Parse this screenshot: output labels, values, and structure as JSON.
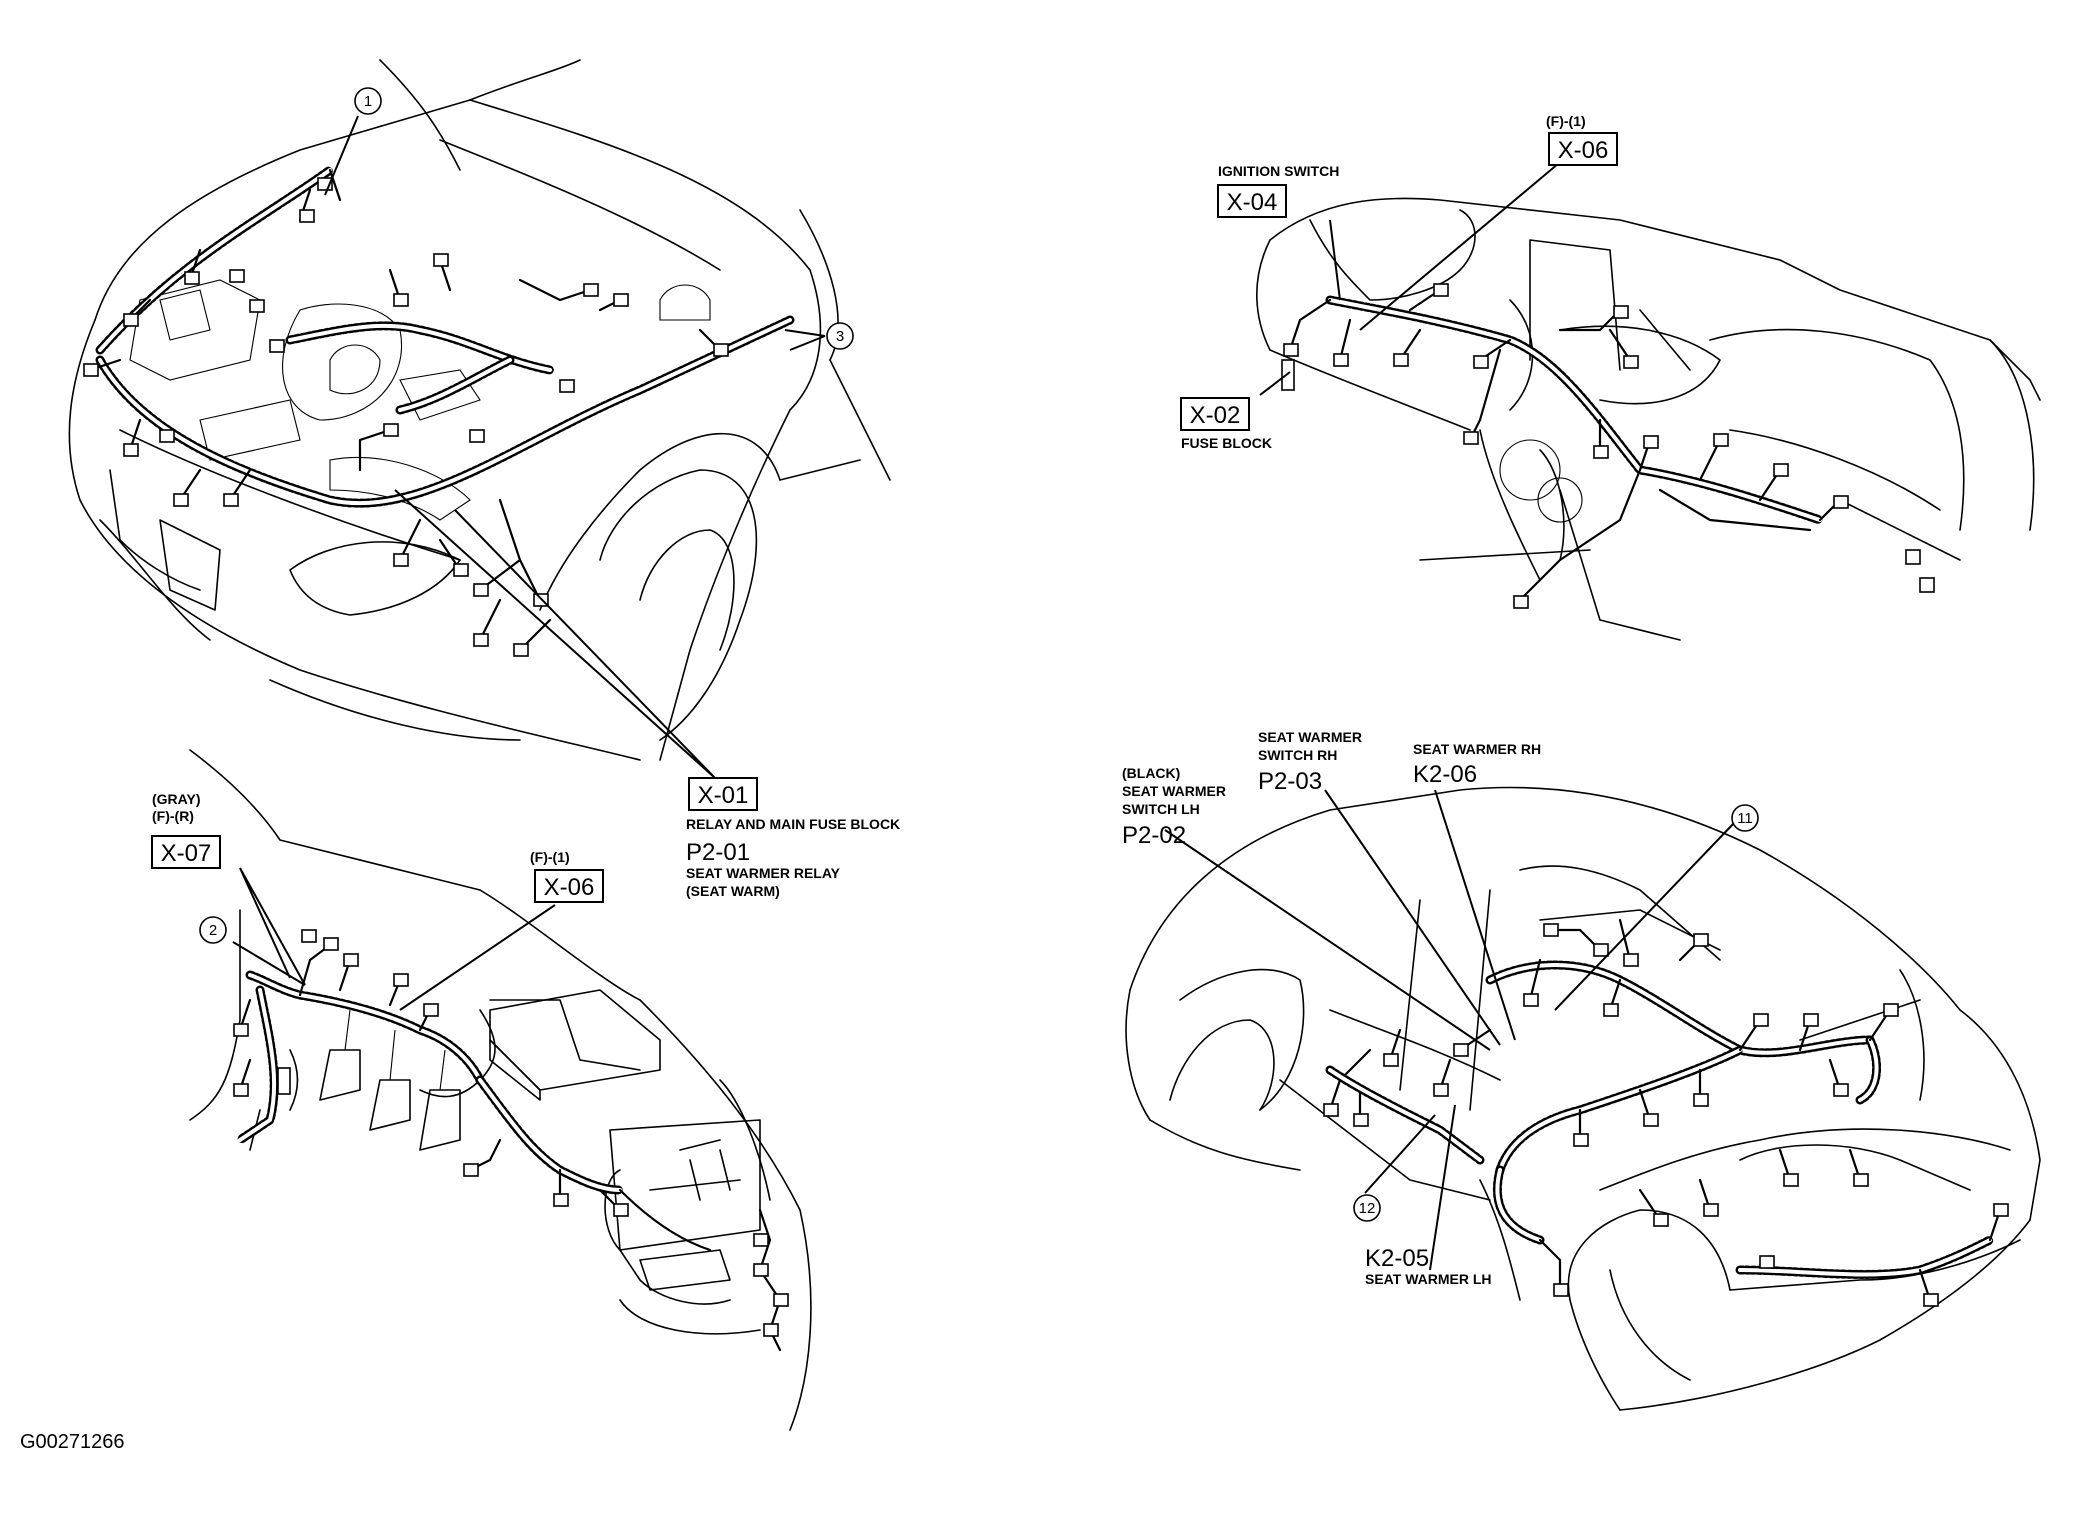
{
  "figure_id": "G00271266",
  "views": {
    "engine_bay": {
      "callouts": [
        "1",
        "3"
      ],
      "relay_block": {
        "code": "X-01",
        "label": "RELAY AND MAIN FUSE BLOCK",
        "sub_code": "P2-01",
        "sub_label_line1": "SEAT WARMER RELAY",
        "sub_label_line2": "(SEAT WARM)"
      }
    },
    "dashboard": {
      "ignition_tag": "(F)-(1)",
      "ignition_code": "X-06",
      "ignition_label": "IGNITION SWITCH",
      "ignition_code2": "X-04",
      "fuse_code": "X-02",
      "fuse_label": "FUSE BLOCK"
    },
    "lower_left": {
      "gray_line1": "(GRAY)",
      "gray_line2": "(F)-(R)",
      "gray_code": "X-07",
      "tag2": "(F)-(1)",
      "code2": "X-06",
      "callout": "2"
    },
    "rear_body": {
      "lh_switch_line1": "(BLACK)",
      "lh_switch_line2": "SEAT WARMER",
      "lh_switch_line3": "SWITCH LH",
      "lh_switch_code": "P2-02",
      "rh_switch_line1": "SEAT WARMER",
      "rh_switch_line2": "SWITCH RH",
      "rh_switch_code": "P2-03",
      "rh_warmer_label": "SEAT WARMER RH",
      "rh_warmer_code": "K2-06",
      "lh_warmer_code": "K2-05",
      "lh_warmer_label": "SEAT WARMER LH",
      "callout_11": "11",
      "callout_12": "12"
    }
  }
}
